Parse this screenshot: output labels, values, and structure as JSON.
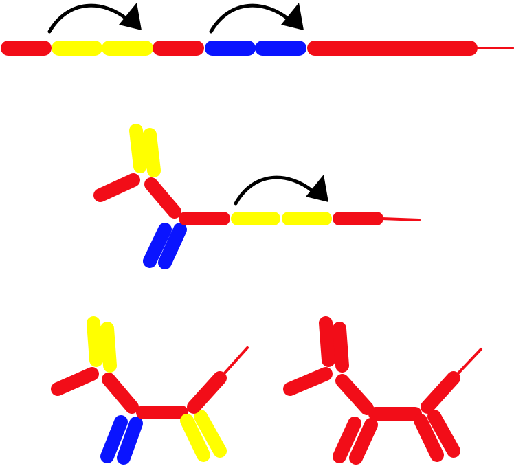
{
  "diagram": {
    "description_free": true,
    "colors": {
      "red": "#f20d18",
      "yellow": "#ffff00",
      "blue": "#0a14ff",
      "arrow": "#000000",
      "background": "#ffffff"
    },
    "stages": [
      {
        "id": "stage-1-straight-balloon",
        "segments": [
          "red",
          "yellow",
          "yellow",
          "red",
          "blue",
          "blue",
          "red-long"
        ],
        "arrows": 2,
        "has_tail": true
      },
      {
        "id": "stage-2-partially-twisted",
        "segments": [
          "red",
          "yellow",
          "yellow",
          "red",
          "blue",
          "blue",
          "red",
          "yellow",
          "yellow",
          "red"
        ],
        "arrows": 1,
        "has_tail": true
      },
      {
        "id": "stage-3-colored-dog",
        "segments": [
          "red",
          "yellow",
          "yellow",
          "red",
          "blue",
          "blue",
          "red",
          "yellow",
          "yellow",
          "red"
        ],
        "arrows": 0,
        "has_tail": true
      },
      {
        "id": "stage-4-finished-dog",
        "segments": [
          "red",
          "red",
          "red",
          "red",
          "red",
          "red",
          "red",
          "red",
          "red",
          "red"
        ],
        "arrows": 0,
        "has_tail": true
      }
    ]
  }
}
